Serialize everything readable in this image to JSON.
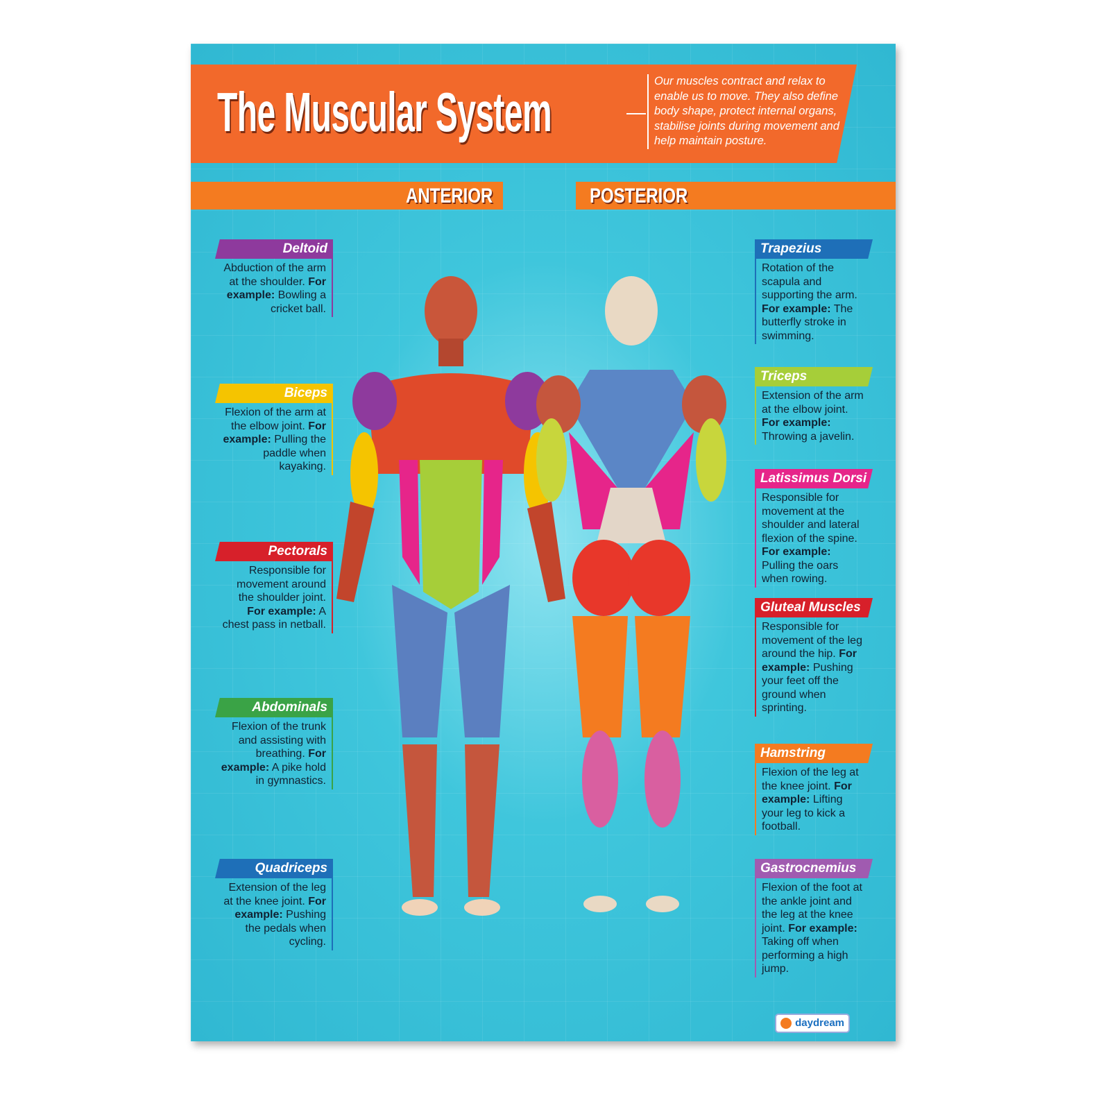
{
  "title": "The Muscular System",
  "intro": "Our muscles contract and relax to enable us to move. They also define body shape, protect internal organs, stabilise joints during movement and help maintain posture.",
  "views": {
    "anterior": "ANTERIOR",
    "posterior": "POSTERIOR"
  },
  "example_label": "For example:",
  "left": [
    {
      "name": "Deltoid",
      "color": "#8e3a9d",
      "desc": "Abduction of the arm at the shoulder.",
      "example": "Bowling a cricket ball."
    },
    {
      "name": "Biceps",
      "color": "#f5c400",
      "desc": "Flexion of the arm at the elbow joint.",
      "example": "Pulling the paddle when kayaking."
    },
    {
      "name": "Pectorals",
      "color": "#d7202a",
      "desc": "Responsible for movement around the shoulder joint.",
      "example": "A chest pass in netball."
    },
    {
      "name": "Abdominals",
      "color": "#3aa346",
      "desc": "Flexion of the trunk and assisting with breathing.",
      "example": "A pike hold in gymnastics."
    },
    {
      "name": "Quadriceps",
      "color": "#1e6fb8",
      "desc": "Extension of the leg at the knee joint.",
      "example": "Pushing the pedals when cycling."
    }
  ],
  "right": [
    {
      "name": "Trapezius",
      "color": "#1e6fb8",
      "desc": "Rotation of the scapula and supporting the arm.",
      "example": "The butterfly stroke in swimming."
    },
    {
      "name": "Triceps",
      "color": "#a6ce39",
      "desc": "Extension of the arm at the elbow joint.",
      "example": "Throwing a javelin."
    },
    {
      "name": "Latissimus Dorsi",
      "color": "#e6258a",
      "desc": "Responsible for movement at the shoulder and lateral flexion of the spine.",
      "example": "Pulling the oars when rowing."
    },
    {
      "name": "Gluteal Muscles",
      "color": "#d7202a",
      "desc": "Responsible for movement of the leg around the hip.",
      "example": "Pushing your feet off the ground when sprinting."
    },
    {
      "name": "Hamstring",
      "color": "#f47b20",
      "desc": "Flexion of the leg at the knee joint.",
      "example": "Lifting your leg to kick a football."
    },
    {
      "name": "Gastrocnemius",
      "color": "#a05bb0",
      "desc": "Flexion of the foot at the ankle joint and the leg at the knee joint.",
      "example": "Taking off when performing a high jump."
    }
  ],
  "logo": "daydream"
}
